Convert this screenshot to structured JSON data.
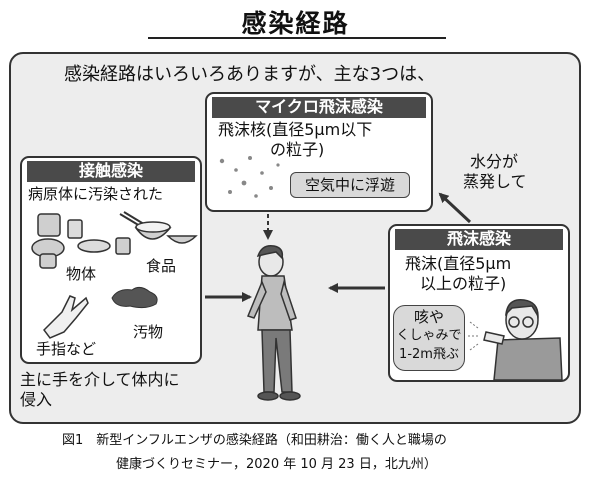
{
  "title": "感染経路",
  "intro": "感染経路はいろいろありますが、主な3つは、",
  "micro": {
    "header": "マイクロ飛沫感染",
    "line1": "飛沫核(直径5μm以下",
    "line2": "の粒子)",
    "tag": "空気中に浮遊"
  },
  "contact": {
    "header": "接触感染",
    "sub": "病原体に汚染された",
    "objects": "物体",
    "food": "食品",
    "dirt": "汚物",
    "hands": "手指など"
  },
  "contact_note": {
    "line1": "主に手を介して体内に",
    "line2": "侵入"
  },
  "evap": {
    "line1": "水分が",
    "line2": "蒸発して"
  },
  "droplet": {
    "header": "飛沫感染",
    "line1": "飛沫(直径5μm",
    "line2": "以上の粒子)",
    "bubble1": "咳や",
    "bubble2": "くしゃみで",
    "bubble3": "1-2m飛ぶ"
  },
  "caption": {
    "line1": "図1　新型インフルエンザの感染経路（和田耕治：働く人と職場の",
    "line2": "健康づくりセミナー，2020 年 10 月 23 日，北九州）"
  },
  "colors": {
    "header_bg": "#4a4a4a",
    "panel_bg": "#ededed",
    "bubble_bg": "#d9d9d9"
  }
}
